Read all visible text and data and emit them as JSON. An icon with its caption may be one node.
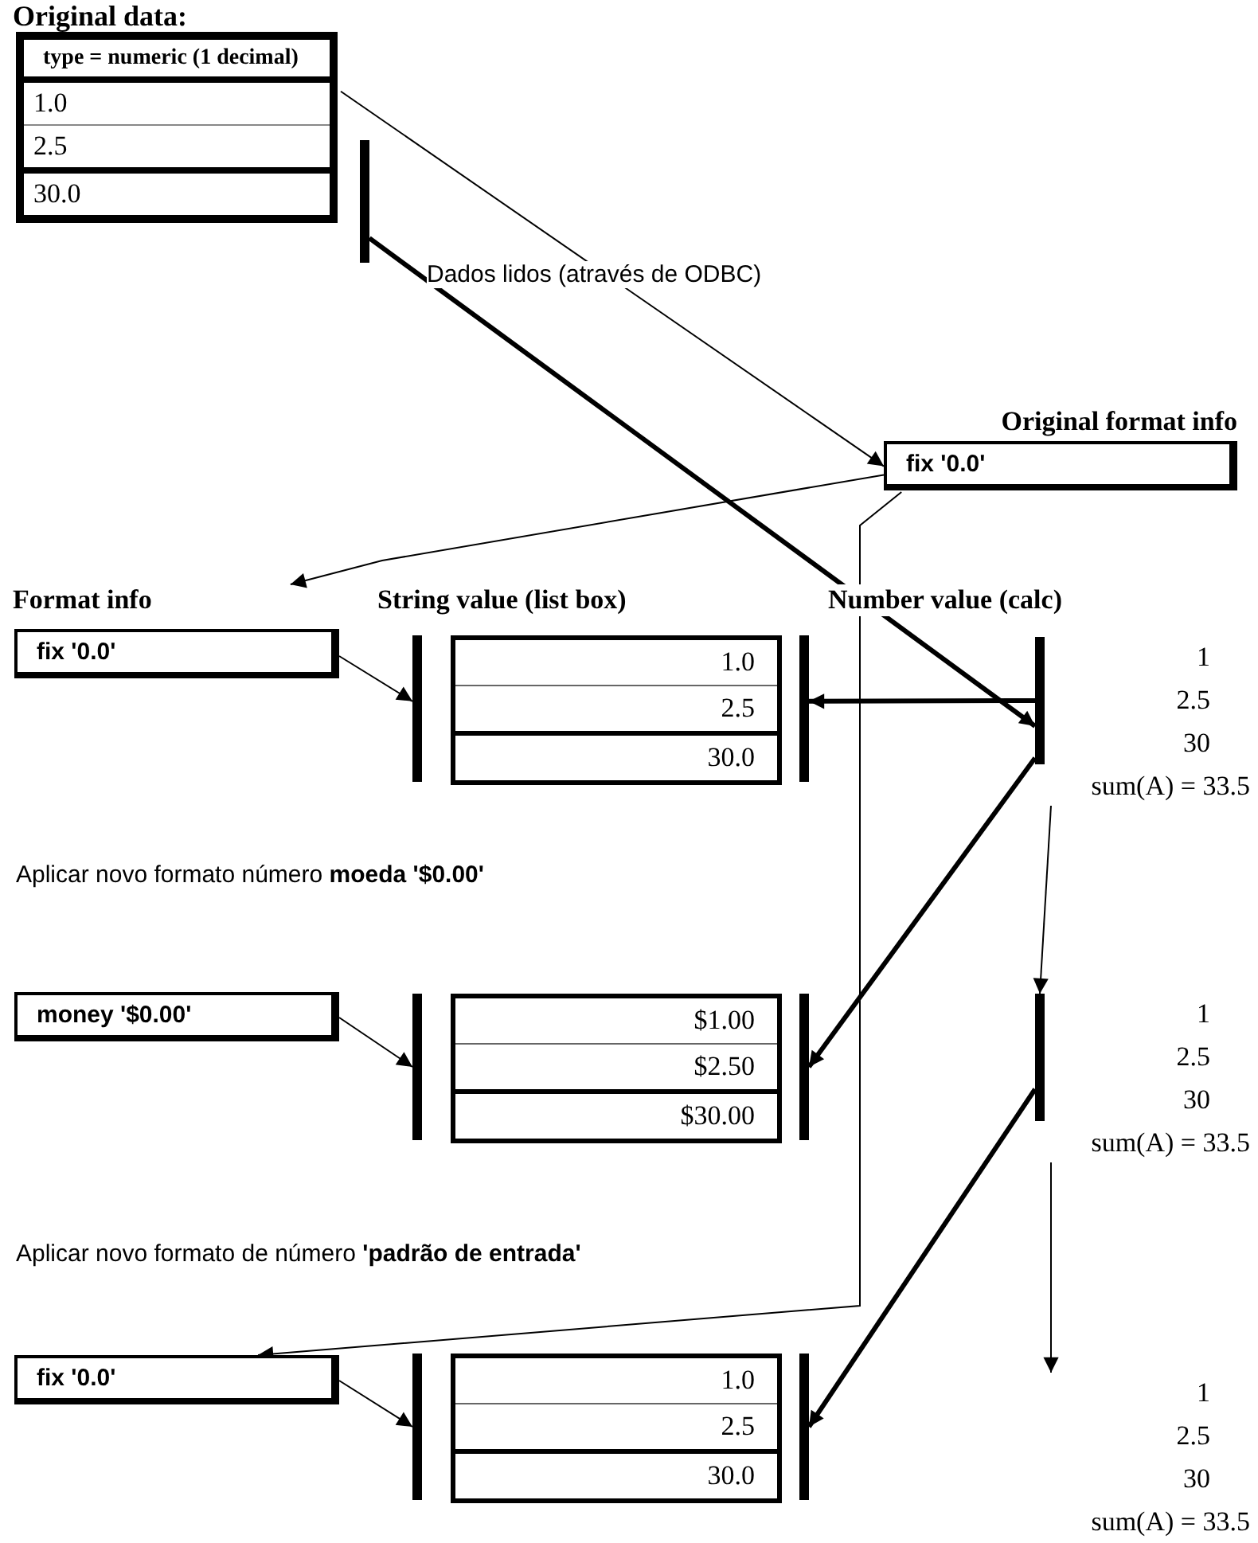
{
  "diagram": {
    "nodes": [
      {
        "text": [
          "Original data:",
          "type = numeric (1 decimal)",
          "1.0",
          "2.5",
          "30.0"
        ]
      },
      {
        "text": [],
        "shape": "bar"
      },
      {
        "text": [
          "Original format info",
          "fix '0.0'"
        ]
      },
      {
        "text": [
          "Format info",
          "fix '0.0'"
        ]
      },
      {
        "text": [
          "1.0",
          "2.5",
          "30.0"
        ],
        "beside": [
          "String value (list box)"
        ]
      },
      {
        "text": [],
        "shape": "bar",
        "beside": [
          "Number value (calc)"
        ]
      },
      {
        "text": [
          "1",
          "2.5",
          "30",
          "sum(A) = 33.5"
        ]
      },
      {
        "text": [
          "money '$0.00'"
        ]
      },
      {
        "text": [
          "$1.00",
          "$2.50",
          "$30.00"
        ]
      },
      {
        "text": [],
        "shape": "bar"
      },
      {
        "text": [
          "1",
          "2.5",
          "30",
          "sum(A) = 33.5"
        ]
      },
      {
        "text": [
          "fix '0.0'"
        ]
      },
      {
        "text": [
          "1.0",
          "2.5",
          "30.0"
        ]
      },
      {
        "text": [
          "1",
          "2.5",
          "30",
          "sum(A) = 33.5"
        ]
      }
    ],
    "edges": [
      {
        "from": 0,
        "to": 2,
        "arrow": "to"
      },
      {
        "from": 1,
        "to": 5,
        "arrow": "to",
        "style": "thick"
      },
      {
        "from": 2,
        "to": 3,
        "arrow": "to"
      },
      {
        "from": 2,
        "to": 11,
        "arrow": "to"
      },
      {
        "from": 3,
        "to": 4,
        "arrow": "to"
      },
      {
        "from": 5,
        "to": 4,
        "arrow": "to",
        "style": "thick"
      },
      {
        "from": 5,
        "to": 8,
        "arrow": "to",
        "style": "thick"
      },
      {
        "from": 6,
        "to": 9,
        "arrow": "to"
      },
      {
        "from": 7,
        "to": 8,
        "arrow": "to"
      },
      {
        "from": 9,
        "to": 12,
        "arrow": "to",
        "style": "thick"
      },
      {
        "from": 10,
        "to": 13,
        "arrow": "to"
      },
      {
        "from": 11,
        "to": 12,
        "arrow": "to"
      }
    ],
    "labels": [
      "Dados lidos (através de ODBC)",
      "Aplicar novo formato número **moeda '$0.00'**",
      "Aplicar novo formato de número **'padrão de entrada'**"
    ]
  }
}
